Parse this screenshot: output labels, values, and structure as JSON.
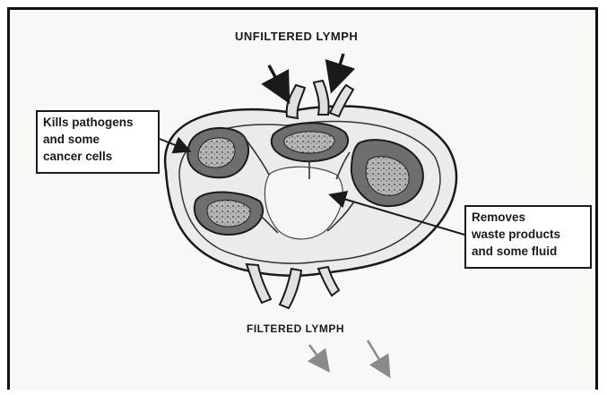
{
  "labels": {
    "top": "UNFILTERED LYMPH",
    "bottom": "FILTERED LYMPH"
  },
  "callouts": {
    "left": [
      "Kills pathogens",
      "and some",
      "cancer cells"
    ],
    "right": [
      "Removes",
      "waste products",
      "and some fluid"
    ]
  },
  "colors": {
    "ink": "#1a1a1a",
    "node_fill": "#e8e8e6",
    "lobule_fill": "#8a8a8a",
    "arrow_light": "#8a8a8a"
  }
}
